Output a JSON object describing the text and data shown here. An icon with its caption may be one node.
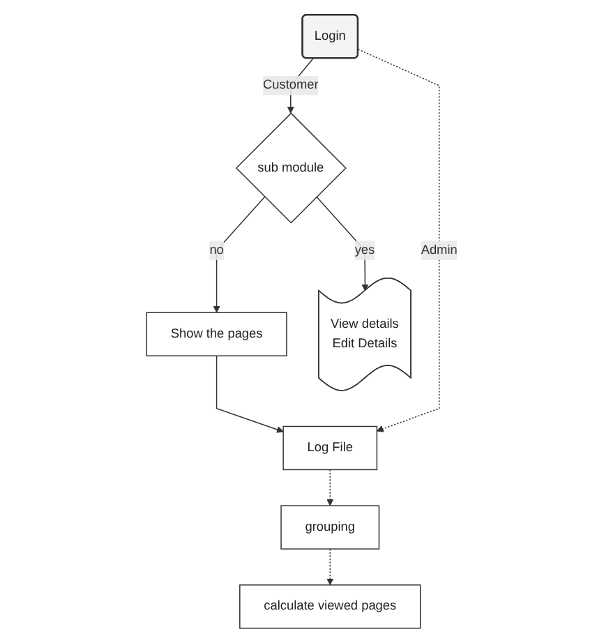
{
  "diagram": {
    "nodes": [
      {
        "text": [
          "Login"
        ]
      },
      {
        "text": [
          "sub module"
        ]
      },
      {
        "text": [
          "View details",
          "Edit Details"
        ]
      },
      {
        "text": [
          "Show the pages"
        ]
      },
      {
        "text": [
          "Log File"
        ]
      },
      {
        "text": [
          "grouping"
        ]
      },
      {
        "text": [
          "calculate viewed pages"
        ]
      }
    ],
    "edges": [
      {
        "from": 0,
        "to": 1,
        "arrow": "to",
        "label": "Customer"
      },
      {
        "from": 1,
        "to": 2,
        "arrow": "to",
        "label": "yes"
      },
      {
        "from": 1,
        "to": 3,
        "arrow": "to",
        "label": "no"
      },
      {
        "from": 3,
        "to": 4,
        "arrow": "to"
      },
      {
        "from": 0,
        "to": 4,
        "arrow": "to",
        "label": "Admin",
        "style": "dashed"
      },
      {
        "from": 4,
        "to": 5,
        "arrow": "to",
        "style": "dashed"
      },
      {
        "from": 5,
        "to": 6,
        "arrow": "to",
        "style": "dashed"
      }
    ]
  }
}
